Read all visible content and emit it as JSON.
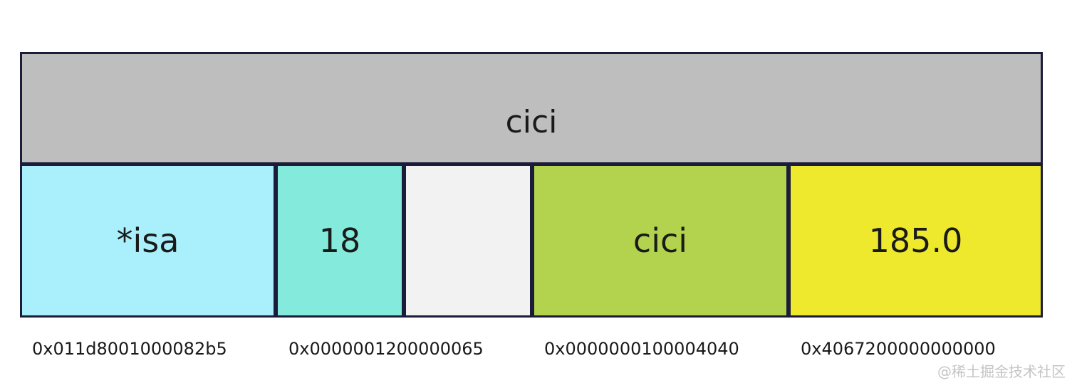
{
  "object": {
    "label": "cici",
    "color": "#bebebe"
  },
  "fields": [
    {
      "label": "*isa",
      "color": "#a9f0fc"
    },
    {
      "label": "18",
      "color": "#84eadc"
    },
    {
      "label": "",
      "color": "#f2f2f2"
    },
    {
      "label": "cici",
      "color": "#b3d24e"
    },
    {
      "label": "185.0",
      "color": "#efe92d"
    }
  ],
  "addresses": [
    "0x011d8001000082b5",
    "0x0000001200000065",
    "0x0000000100004040",
    "0x4067200000000000"
  ],
  "watermark": "@稀土掘金技术社区"
}
